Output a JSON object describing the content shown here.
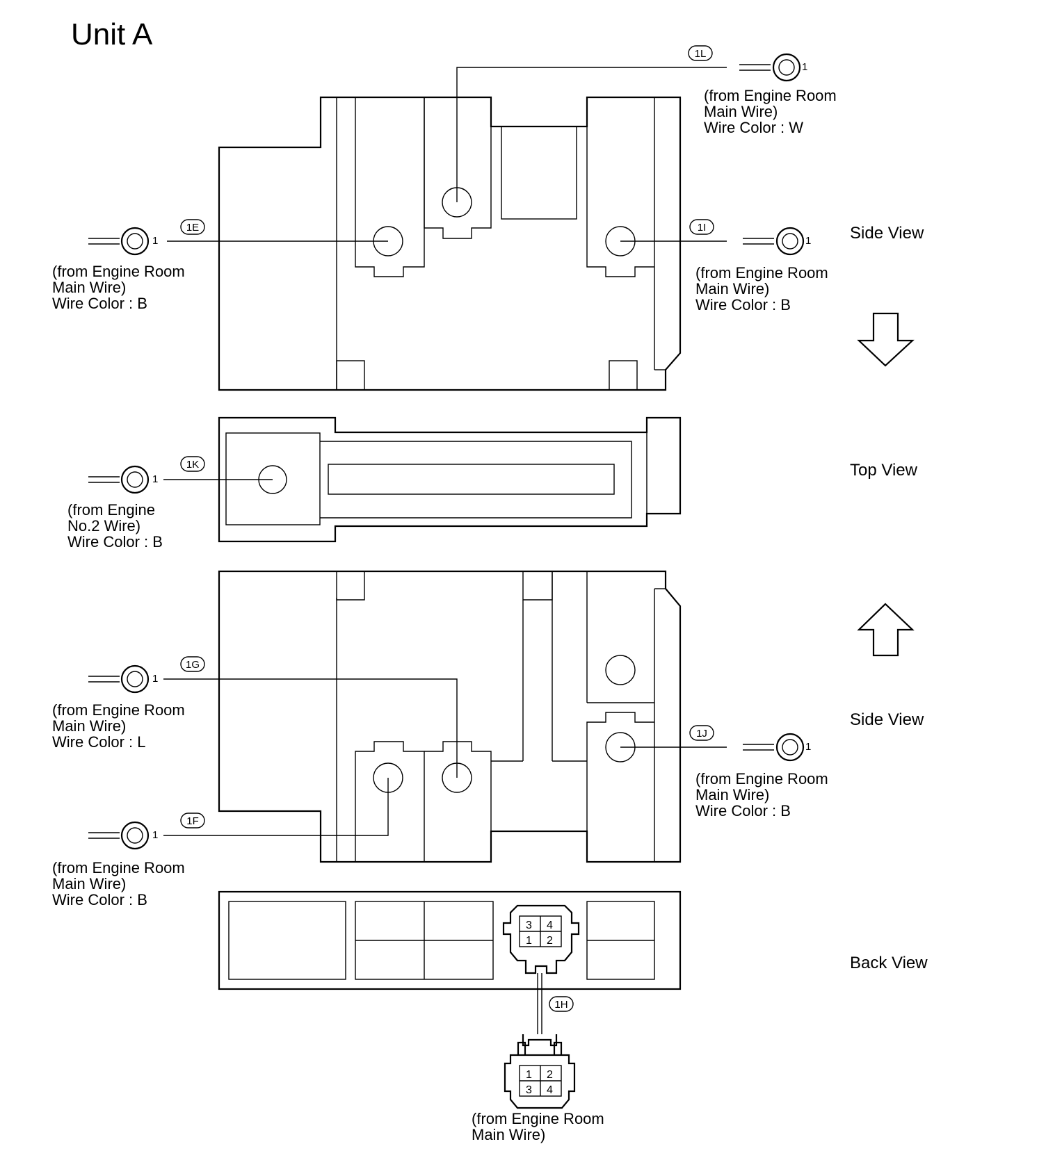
{
  "title": "Unit A",
  "views": {
    "side_top": "Side View",
    "top": "Top View",
    "side_bottom": "Side View",
    "back": "Back View"
  },
  "connectors": [
    {
      "code": "1L",
      "pin": "1",
      "lines": [
        "(from Engine Room",
        "Main Wire)",
        "Wire Color : W"
      ]
    },
    {
      "code": "1E",
      "pin": "1",
      "lines": [
        "(from Engine Room",
        "Main Wire)",
        "Wire Color : B"
      ]
    },
    {
      "code": "1I",
      "pin": "1",
      "lines": [
        "(from Engine Room",
        "Main Wire)",
        "Wire Color : B"
      ]
    },
    {
      "code": "1K",
      "pin": "1",
      "lines": [
        "(from Engine",
        "No.2 Wire)",
        "Wire Color : B"
      ]
    },
    {
      "code": "1G",
      "pin": "1",
      "lines": [
        "(from Engine Room",
        "Main Wire)",
        "Wire Color : L"
      ]
    },
    {
      "code": "1J",
      "pin": "1",
      "lines": [
        "(from Engine Room",
        "Main Wire)",
        "Wire Color : B"
      ]
    },
    {
      "code": "1F",
      "pin": "1",
      "lines": [
        "(from Engine Room",
        "Main Wire)",
        "Wire Color : B"
      ]
    },
    {
      "code": "1H",
      "pin": "",
      "lines": [
        "(from Engine Room",
        "Main Wire)"
      ]
    }
  ],
  "back_connector_pins": [
    "3",
    "4",
    "1",
    "2"
  ],
  "mating_connector_pins": [
    "1",
    "2",
    "3",
    "4"
  ]
}
